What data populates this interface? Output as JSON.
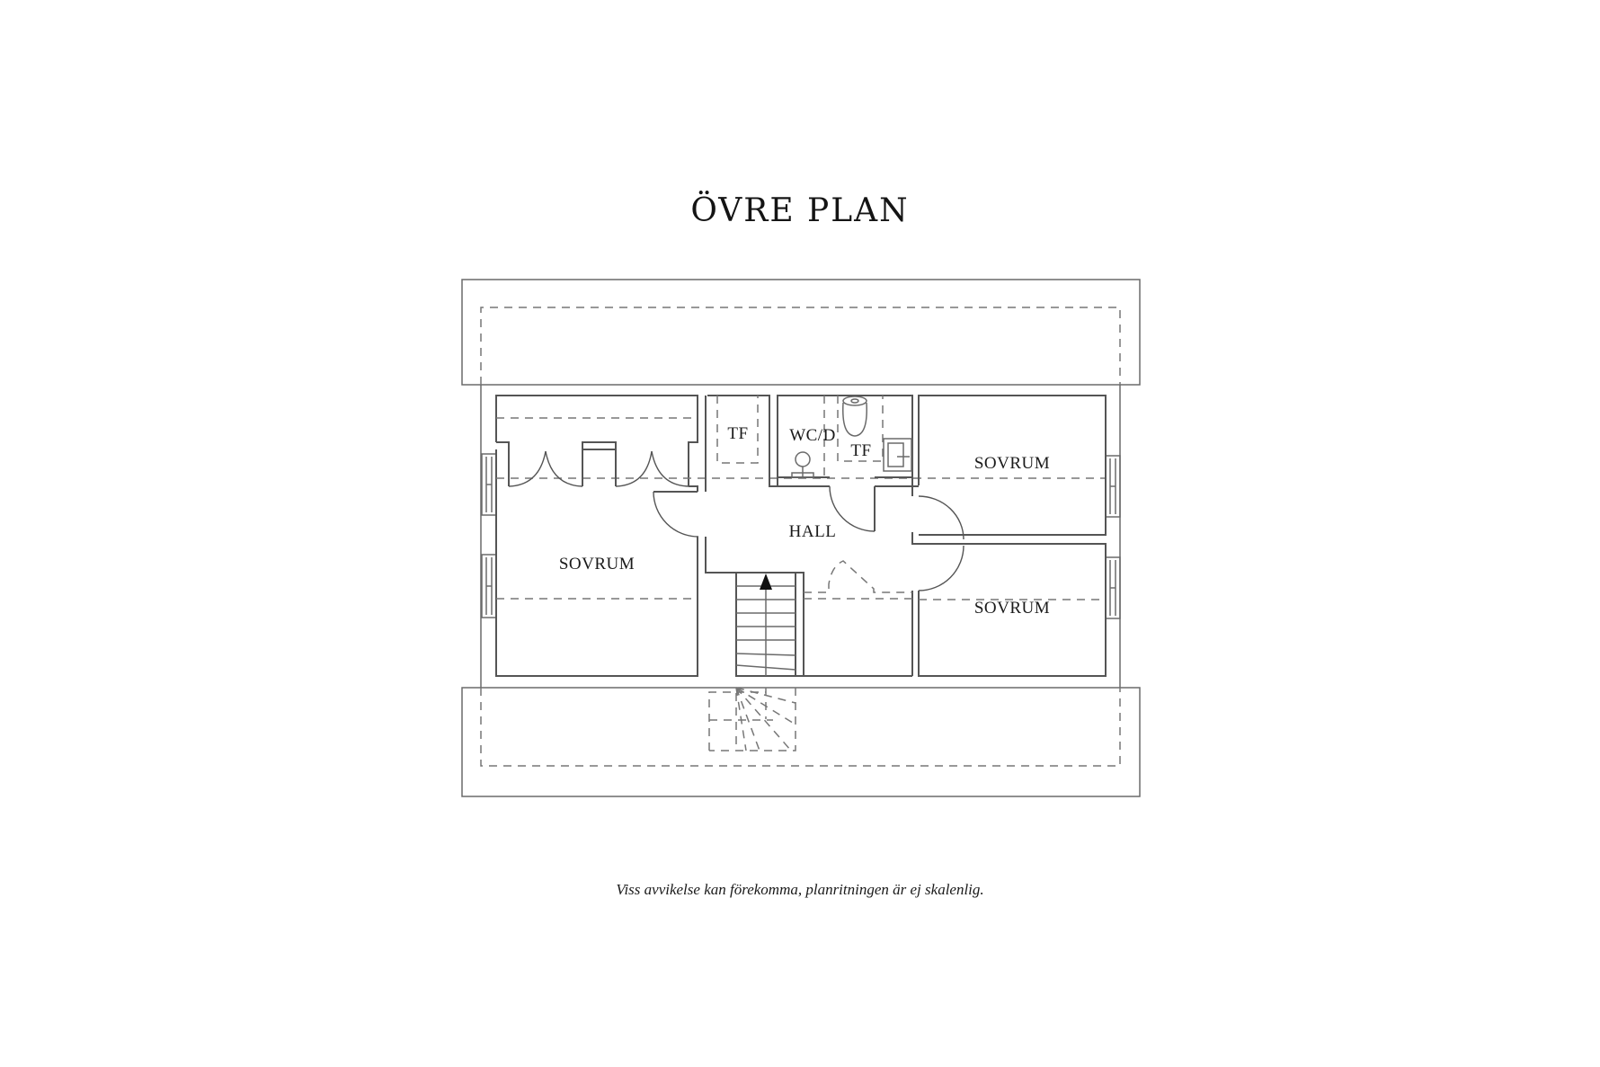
{
  "title": "ÖVRE PLAN",
  "disclaimer": "Viss avvikelse kan förekomma, planritningen är ej skalenlig.",
  "rooms": {
    "bedroom_left": "SOVRUM",
    "bedroom_upper_right": "SOVRUM",
    "bedroom_lower_right": "SOVRUM",
    "hall": "HALL",
    "wardrobe_closet": "TF",
    "bathroom": "WC/D",
    "bathroom_wardrobe": "TF"
  },
  "symbols": {
    "stair_direction": "up-arrow-icon",
    "toilet": "toilet-icon",
    "sink": "sink-icon",
    "shower": "shower-icon"
  },
  "colors": {
    "line": "#555555",
    "dashed": "#777777",
    "text": "#1a1a1a",
    "background": "#ffffff"
  }
}
